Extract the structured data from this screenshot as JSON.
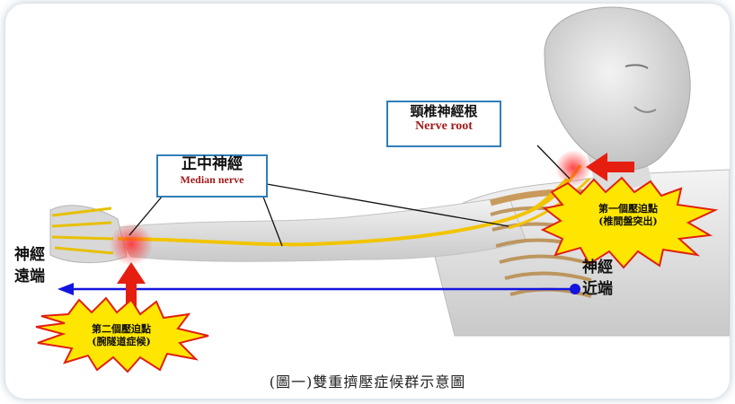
{
  "labels": {
    "median_nerve_zh": "正中神經",
    "median_nerve_en": "Median nerve",
    "nerve_root_zh": "頸椎神經根",
    "nerve_root_en": "Nerve root"
  },
  "axis": {
    "distal_line1": "神經",
    "distal_line2": "遠端",
    "proximal_line1": "神經",
    "proximal_line2": "近端"
  },
  "compression_points": {
    "first_line1": "第一個壓迫點",
    "first_line2": "(椎間盤突出)",
    "second_line1": "第二個壓迫點",
    "second_line2": "(腕隧道症候)"
  },
  "caption": "(圖一)雙重擠壓症候群示意圖",
  "colors": {
    "nerve": "#f2c400",
    "axis_arrow": "#1414e0",
    "pressure_arrow": "#e61e10",
    "burst_fill": "#ffe600",
    "burst_stroke": "#e02010",
    "box_border": "#2f7fb8"
  }
}
